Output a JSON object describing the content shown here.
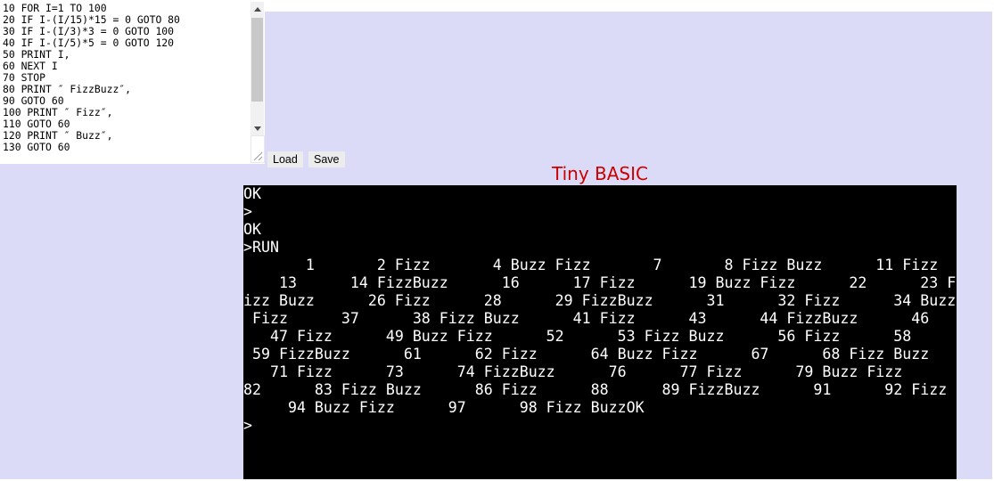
{
  "title": "Tiny BASIC",
  "editor": {
    "code": "10 FOR I=1 TO 100\n20 IF I-(I/15)*15 = 0 GOTO 80\n30 IF I-(I/3)*3 = 0 GOTO 100\n40 IF I-(I/5)*5 = 0 GOTO 120\n50 PRINT I,\n60 NEXT I\n70 STOP\n80 PRINT ″ FizzBuzz″,\n90 GOTO 60\n100 PRINT ″ Fizz″,\n110 GOTO 60\n120 PRINT ″ Buzz″,\n130 GOTO 60"
  },
  "toolbar": {
    "load_label": "Load",
    "save_label": "Save"
  },
  "terminal": {
    "lines": [
      "OK",
      ">",
      "OK",
      ">RUN",
      "       1       2 Fizz       4 Buzz Fizz       7       8 Fizz Buzz      11 Fizz",
      "    13      14 FizzBuzz      16      17 Fizz      19 Buzz Fizz      22      23 F",
      "izz Buzz      26 Fizz      28      29 FizzBuzz      31      32 Fizz      34 Buzz",
      " Fizz      37      38 Fizz Buzz      41 Fizz      43      44 FizzBuzz      46",
      "   47 Fizz      49 Buzz Fizz      52      53 Fizz Buzz      56 Fizz      58",
      " 59 FizzBuzz      61      62 Fizz      64 Buzz Fizz      67      68 Fizz Buzz",
      "   71 Fizz      73      74 FizzBuzz      76      77 Fizz      79 Buzz Fizz",
      "82      83 Fizz Buzz      86 Fizz      88      89 FizzBuzz      91      92 Fizz",
      "     94 Buzz Fizz      97      98 Fizz BuzzOK",
      ">"
    ]
  },
  "colors": {
    "page_bg": "#ffffff",
    "panel_bg": "#dbdbf8",
    "title_text": "#cc0000",
    "terminal_bg": "#000000",
    "terminal_text": "#ffffff",
    "button_bg": "#ececec"
  }
}
